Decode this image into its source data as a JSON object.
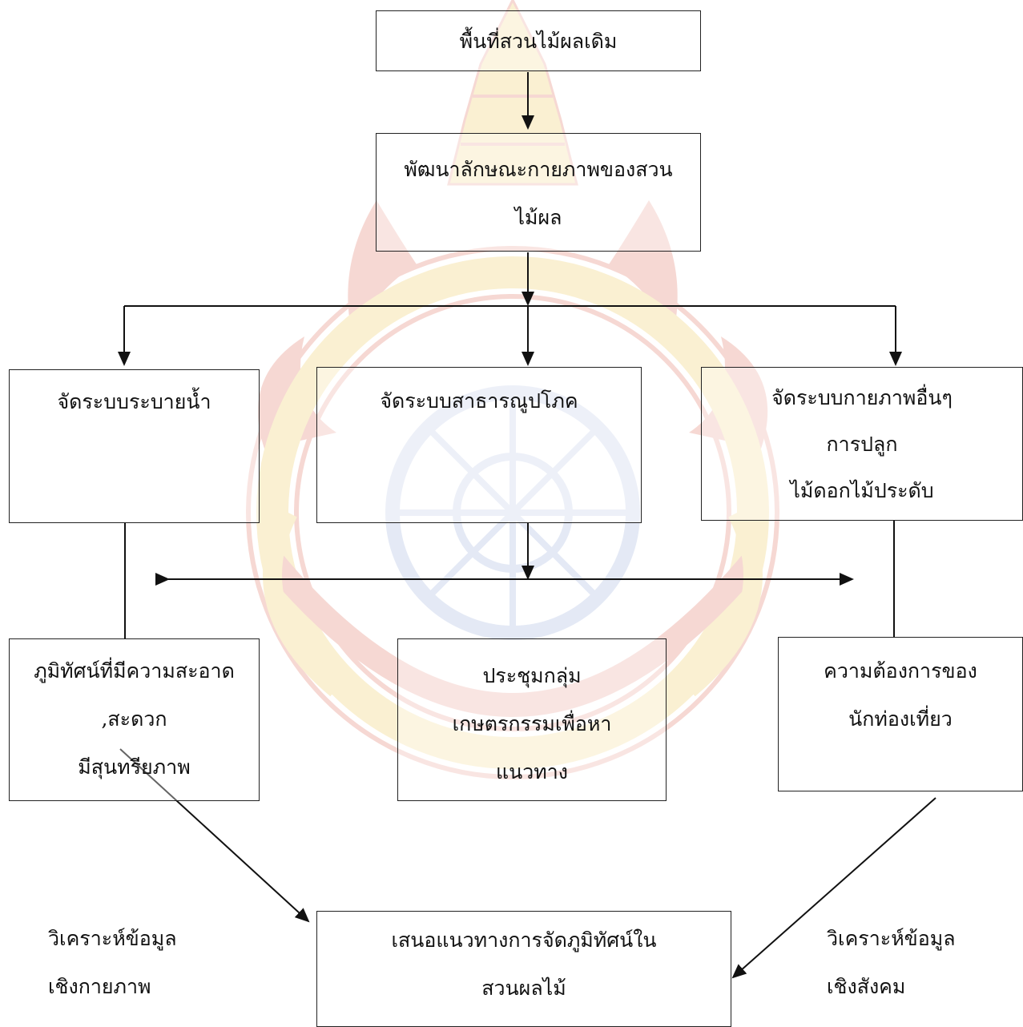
{
  "nodes": {
    "original_orchard": "พื้นที่สวนไม้ผลเดิม",
    "develop_physical": "พัฒนาลักษณะกายภาพของสวน\nไม้ผล",
    "drainage": "จัดระบบระบายน้ำ",
    "utilities": "จัดระบบสาธารณูปโภค",
    "other_physical": "จัดระบบกายภาพอื่นๆ\nการปลูก\nไม้ดอกไม้ประดับ",
    "clean_landscape": "ภูมิทัศน์ที่มีความสะอาด\n,สะดวก\nมีสุนทรียภาพ",
    "group_meeting": "ประชุมกลุ่ม\nเกษตรกรรมเพื่อหา\nแนวทาง",
    "tourist_needs": "ความต้องการของ\nนักท่องเที่ยว",
    "proposal": "เสนอแนวทางการจัดภูมิทัศน์ใน\nสวนผลไม้"
  },
  "edge_labels": {
    "physical_analysis": "วิเคราะห์ข้อมูล\nเชิงกายภาพ",
    "social_analysis": "วิเคราะห์ข้อมูล\nเชิงสังคม"
  },
  "colors": {
    "line": "#111111",
    "box_border": "#222222",
    "watermark_red": "#e89a8e",
    "watermark_yellow": "#f2d98a",
    "watermark_blue": "#b9c8e6"
  }
}
